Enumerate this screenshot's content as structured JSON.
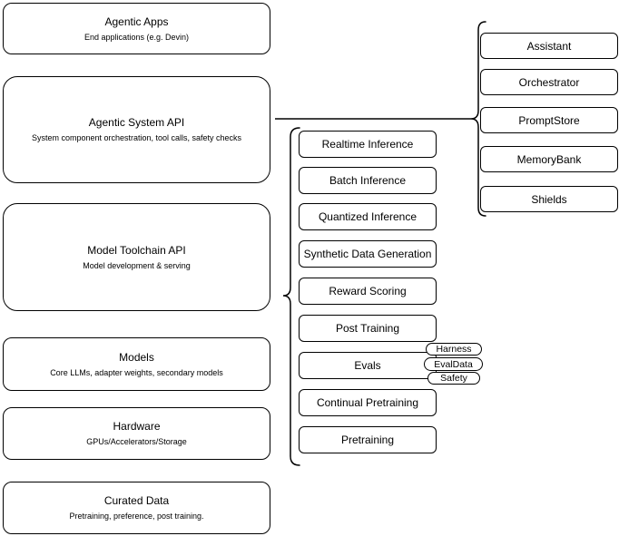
{
  "diagram": {
    "left_stack": [
      {
        "title": "Agentic Apps",
        "subtitle": "End applications (e.g. Devin)"
      },
      {
        "title": "Agentic System API",
        "subtitle": "System component orchestration, tool calls, safety checks"
      },
      {
        "title": "Model Toolchain API",
        "subtitle": "Model development & serving"
      },
      {
        "title": "Models",
        "subtitle": "Core LLMs, adapter weights, secondary models"
      },
      {
        "title": "Hardware",
        "subtitle": "GPUs/Accelerators/Storage"
      },
      {
        "title": "Curated Data",
        "subtitle": "Pretraining, preference, post training."
      }
    ],
    "toolchain_stack": [
      "Realtime Inference",
      "Batch Inference",
      "Quantized Inference",
      "Synthetic Data Generation",
      "Reward Scoring",
      "Post Training",
      "Evals",
      "Continual Pretraining",
      "Pretraining"
    ],
    "eval_pills": [
      "Harness",
      "EvalData",
      "Safety"
    ],
    "system_stack": [
      "Assistant",
      "Orchestrator",
      "PromptStore",
      "MemoryBank",
      "Shields"
    ],
    "colors": {
      "stroke": "#000000",
      "fill": "#ffffff",
      "text": "#000000"
    }
  }
}
